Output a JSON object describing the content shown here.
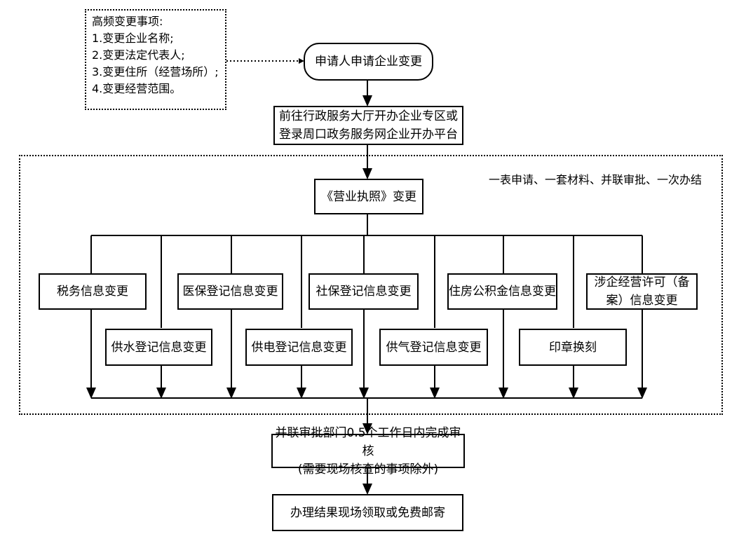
{
  "note": {
    "title": "高频变更事项:",
    "items": [
      "1.变更企业名称;",
      "2.变更法定代表人;",
      "3.变更住所（经营场所）;",
      "4.变更经营范围。"
    ]
  },
  "steps": {
    "apply": "申请人申请企业变更",
    "go_line1": "前往行政服务大厅开办企业专区或",
    "go_line2": "登录周口政务服务网企业开办平台",
    "license": "《营业执照》变更",
    "approve_line1": "并联审批部门0.5个工作日内完成审核",
    "approve_line2": "(需要现场核查的事项除外)",
    "result": "办理结果现场领取或免费邮寄"
  },
  "parallel_caption": "一表申请、一套材料、并联审批、一次办结",
  "parallel_items": {
    "tax": "税务信息变更",
    "water": "供水登记信息变更",
    "medical": "医保登记信息变更",
    "power": "供电登记信息变更",
    "social": "社保登记信息变更",
    "gas": "供气登记信息变更",
    "housing": "住房公积金信息变更",
    "seal": "印章换刻",
    "permit_line1": "涉企经营许可（备",
    "permit_line2": "案）信息变更"
  }
}
